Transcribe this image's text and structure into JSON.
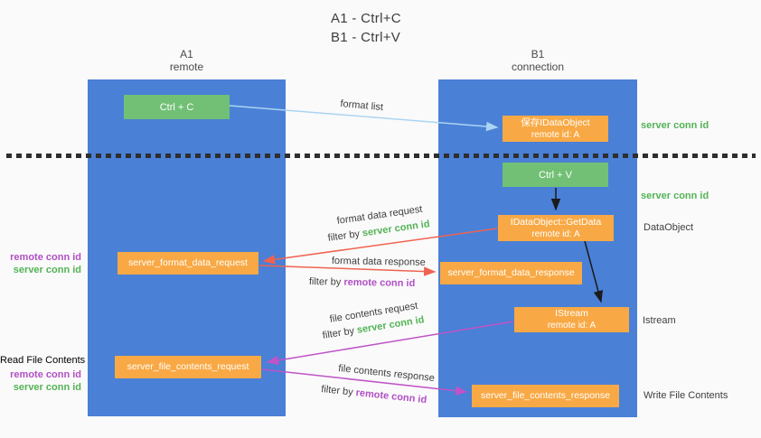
{
  "title": {
    "line1": "A1 - Ctrl+C",
    "line2": "B1 - Ctrl+V"
  },
  "lanes": [
    {
      "title": "A1",
      "subtitle": "remote"
    },
    {
      "title": "B1",
      "subtitle": "connection"
    }
  ],
  "nodes": {
    "ctrl_c": {
      "label": "Ctrl + C"
    },
    "save_dataobject": {
      "line1": "保存IDataObject",
      "line2": "remote id: A"
    },
    "ctrl_v": {
      "label": "Ctrl + V"
    },
    "getdata": {
      "line1": "IDataObject::GetData",
      "line2": "remote id: A"
    },
    "format_request": {
      "label": "server_format_data_request"
    },
    "format_response": {
      "label": "server_format_data_response"
    },
    "istream": {
      "line1": "IStream",
      "line2": "remote id: A"
    },
    "file_request": {
      "label": "server_file_contents_request"
    },
    "file_response": {
      "label": "server_file_contents_response"
    }
  },
  "right_labels": {
    "server_conn_id_1": "server conn id",
    "server_conn_id_2": "server conn id",
    "dataobject": "DataObject",
    "istream": "Istream",
    "write_file": "Write File Contents"
  },
  "left_labels": {
    "group1": {
      "remote": "remote conn id",
      "server": "server conn id"
    },
    "read_file": "Read File Contents",
    "group2": {
      "remote": "remote conn id",
      "server": "server conn id"
    }
  },
  "edge_labels": {
    "format_list": "format list",
    "format_data_request": "format data request",
    "format_data_response": "format data response",
    "file_contents_request": "file contents request",
    "file_contents_response": "file contents response",
    "filter_prefix": "filter by ",
    "filter_server": "server conn id",
    "filter_remote": "remote conn id"
  },
  "colors": {
    "lane_blue": "#4a80d6",
    "node_green": "#72c075",
    "node_orange": "#f8a945",
    "label_green": "#53b356",
    "label_purple": "#b14fc5",
    "arrow_red": "#ef6351",
    "arrow_purple": "#bf54c8",
    "arrow_lightblue": "#aad4f2",
    "arrow_black": "#1b1b1b",
    "background": "#fafafa"
  }
}
